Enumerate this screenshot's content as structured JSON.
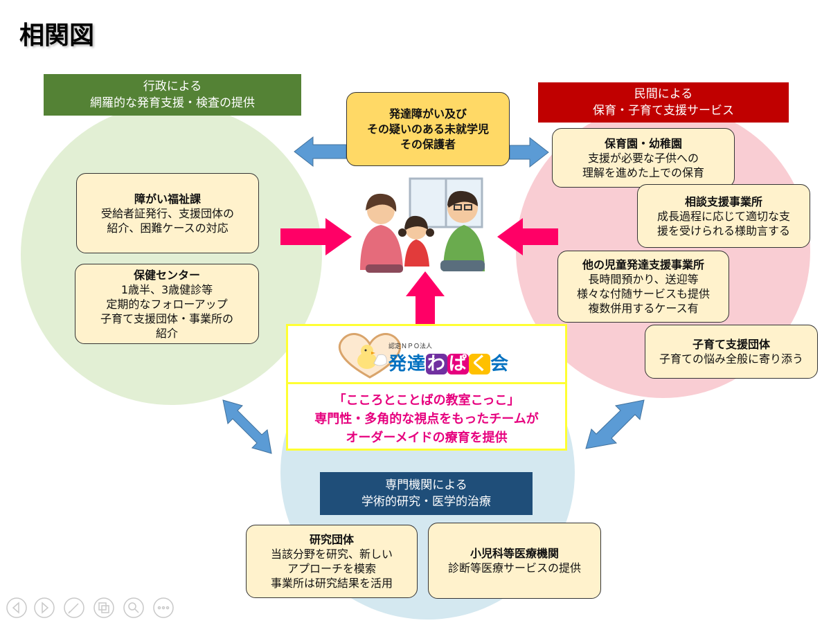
{
  "title": "相関図",
  "government": {
    "header_line1": "行政による",
    "header_line2": "網羅的な発育支援・検査の提供",
    "cards": [
      {
        "title": "障がい福祉課",
        "lines": [
          "受給者証発行、支援団体の",
          "紹介、困難ケースの対応"
        ]
      },
      {
        "title": "保健センター",
        "lines": [
          "1歳半、3歳健診等",
          "定期的なフォローアップ",
          "子育て支援団体・事業所の",
          "紹介"
        ]
      }
    ]
  },
  "private": {
    "header_line1": "民間による",
    "header_line2": "保育・子育て支援サービス",
    "cards": [
      {
        "title": "保育園・幼稚園",
        "lines": [
          "支援が必要な子供への",
          "理解を進めた上での保育"
        ]
      },
      {
        "title": "相談支援事業所",
        "lines": [
          "成長過程に応じて適切な支",
          "援を受けられる様助言する"
        ]
      },
      {
        "title": "他の児童発達支援事業所",
        "lines": [
          "長時間預かり、送迎等",
          "様々な付随サービスも提供",
          "複数併用するケース有"
        ]
      },
      {
        "title": "子育て支援団体",
        "lines": [
          "子育ての悩み全般に寄り添う"
        ]
      }
    ]
  },
  "specialist": {
    "header_line1": "専門機関による",
    "header_line2": "学術的研究・医学的治療",
    "cards": [
      {
        "title": "研究団体",
        "lines": [
          "当該分野を研究、新しい",
          "アプローチを模索",
          "事業所は研究結果を活用"
        ]
      },
      {
        "title": "小児科等医療機関",
        "lines": [
          "診断等医療サービスの提供"
        ]
      }
    ]
  },
  "center": {
    "lines": [
      "発達障がい及び",
      "その疑いのある未就学児",
      "その保護者"
    ]
  },
  "organization": {
    "logo_small": "認定ＮＰＯ法人",
    "logo_name_1": "発達",
    "logo_name_w": "わ",
    "logo_name_p": "ぱ",
    "logo_name_k": "く",
    "logo_name_2": "会",
    "lines": [
      "「こころとことばの教室こっこ」",
      "専門性・多角的な視点をもったチームが",
      "オーダーメイドの療育を提供"
    ]
  },
  "colors": {
    "government": "#548235",
    "private": "#c00000",
    "specialist": "#1f4e79",
    "card_fill": "#fff2cc",
    "center_fill": "#ffd966",
    "arrow_pink": "#ff0066",
    "arrow_blue": "#5b9bd5",
    "org_text": "#e6007e"
  },
  "nav_icons": [
    "prev-icon",
    "next-icon",
    "pen-icon",
    "slides-icon",
    "zoom-icon",
    "more-icon"
  ]
}
